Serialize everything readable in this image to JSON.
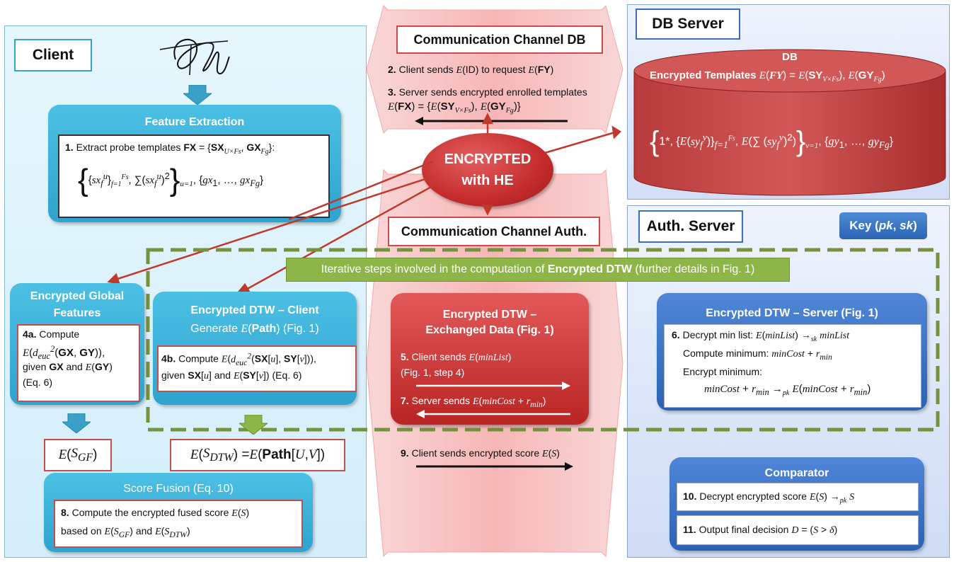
{
  "panels": {
    "client": "Client",
    "db_server": "DB Server",
    "auth_server": "Auth. Server",
    "key": "Key (pk, sk)"
  },
  "channels": {
    "db": {
      "label": "Communication Channel DB",
      "step2": "2. Client sends E(ID) to request E(FY)",
      "step3": "3. Server sends encrypted enrolled templates",
      "step3_formula": "E(FX) = {E(SY_{V×Fs}), E(GY_{Fg})}"
    },
    "auth": {
      "label": "Communication Channel Auth.",
      "step9": "9. Client sends encrypted score E(S)"
    }
  },
  "encrypted_ellipse": {
    "line1": "ENCRYPTED",
    "line2": "with HE"
  },
  "feature_extraction": {
    "title": "Feature Extraction",
    "step1": "1. Extract probe templates FX = {SX_{U×Fs}, GX_{Fg}}:",
    "formula": "{ {sx_f^u}_{f=1}^{Fs}, Σ_{f=1}^{Fs} (sx_f^u)^2 }_{u=1}^{U}, {gx_1, …, gx_{Fg}}"
  },
  "db": {
    "title": "DB",
    "templates": "Encrypted Templates E(FY) = E(SY_{V×Fs}), E(GY_{Fg})",
    "formula": "{ 1*, {E(sy_f^v)}_{f=1}^{Fs}, E(Σ_{f=1}^{Fs} (sy_f^v)^2) }_{v=1}^{V}, {gy_1, …, gy_{Fg}}"
  },
  "iterative_banner": {
    "prefix": "Iterative steps involved in the computation of ",
    "bold": "Encrypted DTW",
    "suffix": " (further details in Fig. 1)"
  },
  "global_features": {
    "title_line1": "Encrypted Global",
    "title_line2": "Features",
    "step": "4a.",
    "line1": "Compute",
    "line2": "E(d²_euc(GX, GY)),",
    "line3": "given GX and E(GY)",
    "line4": "(Eq. 6)"
  },
  "dtw_client": {
    "title": "Encrypted DTW – Client",
    "subtitle": "Generate E(Path) (Fig. 1)",
    "step": "4b.",
    "line1": "Compute E(d²_euc(SX[u], SY[v])),",
    "line2": "given SX[u] and E(SY[v]) (Eq. 6)"
  },
  "dtw_exchanged": {
    "title_line1": "Encrypted DTW –",
    "title_line2": "Exchanged Data (Fig. 1)",
    "step5": "5. Client sends E(minList)",
    "step5b": "(Fig. 1, step 4)",
    "step7": "7. Server sends E(minCost + r_min)"
  },
  "dtw_server": {
    "title": "Encrypted DTW – Server (Fig. 1)",
    "step6": "6. Decrypt min list: E(minList) →_sk minList",
    "line2": "Compute minimum: minCost + r_min",
    "line3": "Encrypt minimum:",
    "line4": "minCost + r_min →_pk E(minCost + r_min)"
  },
  "scores": {
    "gf": "E(S_GF)",
    "dtw": "E(S_DTW) = E(Path[U, V])"
  },
  "score_fusion": {
    "title": "Score Fusion (Eq. 10)",
    "line1": "8. Compute the encrypted fused score E(S)",
    "line2": "based on E(S_GF) and E(S_DTW)"
  },
  "comparator": {
    "title": "Comparator",
    "step10": "10. Decrypt encrypted score E(S) →_pk S",
    "step11": "11. Output final decision D = (S > δ)"
  },
  "colors": {
    "client_bg": "#d4eefa",
    "server_bg": "#d2def6",
    "cyan_box": "#2ea3cf",
    "blue_box": "#2c62b4",
    "red": "#c62828",
    "green_dashed": "#76923c",
    "channel_pink": "#f9c6c6"
  }
}
